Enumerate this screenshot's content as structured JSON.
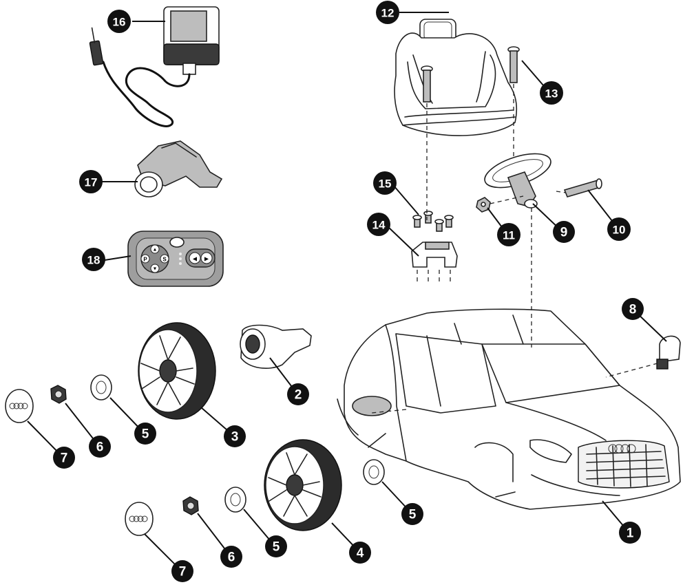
{
  "callouts": [
    {
      "id": "c1",
      "label": "1"
    },
    {
      "id": "c2",
      "label": "2"
    },
    {
      "id": "c3",
      "label": "3"
    },
    {
      "id": "c4",
      "label": "4"
    },
    {
      "id": "c5a",
      "label": "5"
    },
    {
      "id": "c5b",
      "label": "5"
    },
    {
      "id": "c5c",
      "label": "5"
    },
    {
      "id": "c6a",
      "label": "6"
    },
    {
      "id": "c6b",
      "label": "6"
    },
    {
      "id": "c7a",
      "label": "7"
    },
    {
      "id": "c7b",
      "label": "7"
    },
    {
      "id": "c8",
      "label": "8"
    },
    {
      "id": "c9",
      "label": "9"
    },
    {
      "id": "c10",
      "label": "10"
    },
    {
      "id": "c11",
      "label": "11"
    },
    {
      "id": "c12",
      "label": "12"
    },
    {
      "id": "c13",
      "label": "13"
    },
    {
      "id": "c14",
      "label": "14"
    },
    {
      "id": "c15",
      "label": "15"
    },
    {
      "id": "c16",
      "label": "16"
    },
    {
      "id": "c17",
      "label": "17"
    },
    {
      "id": "c18",
      "label": "18"
    }
  ],
  "remote": {
    "up_glyph": "▲",
    "down_glyph": "▼",
    "left_glyph": "◀",
    "right_glyph": "▶",
    "p_label": "P",
    "s_label": "S"
  },
  "colors": {
    "badge": "#111111",
    "badge_text": "#ffffff",
    "line": "#222222",
    "remote_body": "#9e9e9e"
  }
}
